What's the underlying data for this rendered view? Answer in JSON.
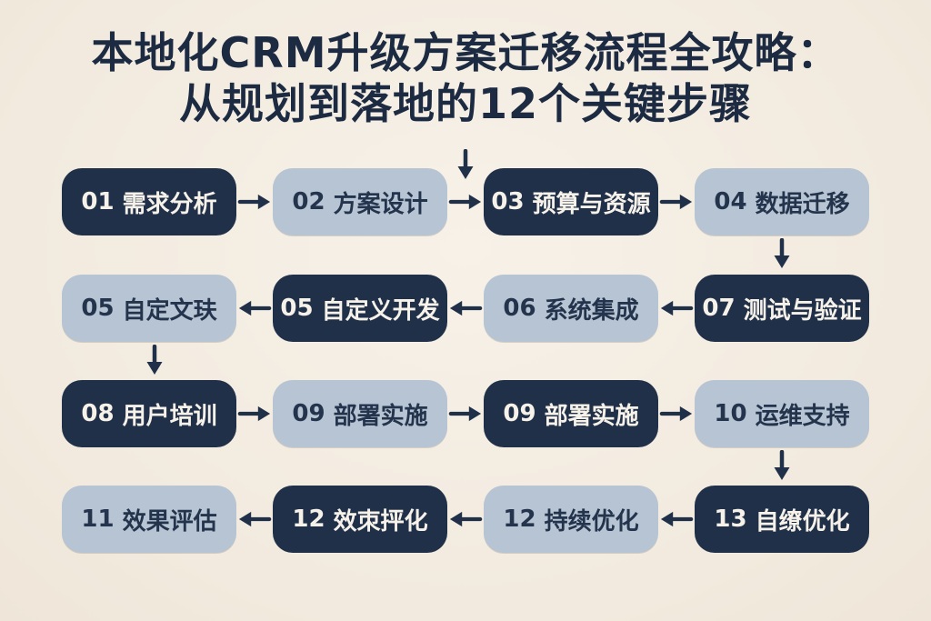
{
  "title": {
    "line1": "本地化CRM升级方案迁移流程全攻略：",
    "line2": "从规划到落地的12个关键步骤"
  },
  "colors": {
    "background": "#f3ece2",
    "dark_box": "#213049",
    "light_box": "#b7c4d3",
    "dark_box_text": "#f6f2ea",
    "light_box_text": "#25344d",
    "title_text": "#1d2b42",
    "arrow": "#213049"
  },
  "rows": [
    {
      "direction": "right",
      "steps": [
        {
          "num": "01",
          "label": "需求分析",
          "variant": "dark"
        },
        {
          "num": "02",
          "label": "方案设计",
          "variant": "light"
        },
        {
          "num": "03",
          "label": "预算与资源",
          "variant": "dark"
        },
        {
          "num": "04",
          "label": "数据迁移",
          "variant": "light"
        }
      ]
    },
    {
      "direction": "left",
      "steps": [
        {
          "num": "05",
          "label": "自定文玞",
          "variant": "light"
        },
        {
          "num": "05",
          "label": "自定义开发",
          "variant": "dark"
        },
        {
          "num": "06",
          "label": "系统集成",
          "variant": "light"
        },
        {
          "num": "07",
          "label": "测试与验证",
          "variant": "dark"
        }
      ]
    },
    {
      "direction": "right",
      "steps": [
        {
          "num": "08",
          "label": "用户培训",
          "variant": "dark"
        },
        {
          "num": "09",
          "label": "部署实施",
          "variant": "light"
        },
        {
          "num": "09",
          "label": "部署实施",
          "variant": "dark"
        },
        {
          "num": "10",
          "label": "运维支持",
          "variant": "light"
        }
      ]
    },
    {
      "direction": "left",
      "steps": [
        {
          "num": "11",
          "label": "效果评估",
          "variant": "light"
        },
        {
          "num": "12",
          "label": "效朿抨化",
          "variant": "dark"
        },
        {
          "num": "12",
          "label": "持续优化",
          "variant": "light"
        },
        {
          "num": "13",
          "label": "自缭优化",
          "variant": "dark"
        }
      ]
    }
  ]
}
